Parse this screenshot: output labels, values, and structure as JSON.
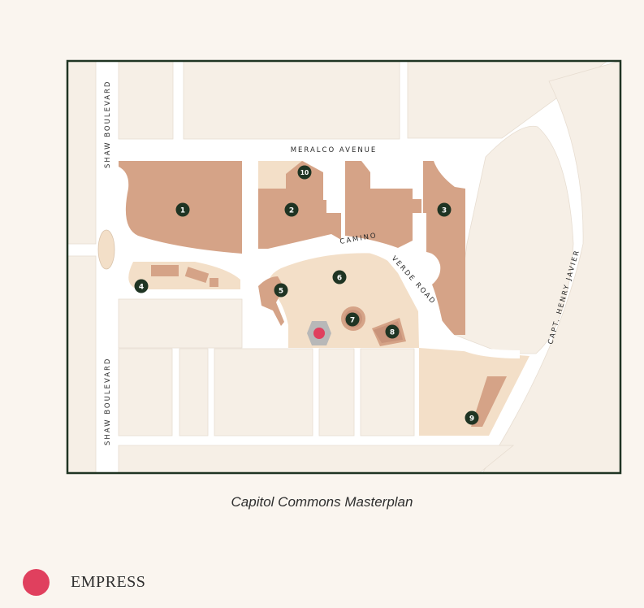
{
  "map": {
    "streets": {
      "meralco": "MERALCO AVENUE",
      "shaw_top": "SHAW BOULEVARD",
      "shaw_bottom": "SHAW BOULEVARD",
      "camino": "CAMINO VERDE ROAD",
      "javier": "CAPT. HENRY JAVIER"
    },
    "markers": [
      "1",
      "2",
      "3",
      "4",
      "5",
      "6",
      "7",
      "8",
      "9",
      "10"
    ],
    "colors": {
      "background": "#faf5ef",
      "road": "#ffffff",
      "block": "#f6efe6",
      "building": "#d5a387",
      "light_plot": "#f3dfc8",
      "marker": "#1f3423",
      "border": "#1f3423",
      "highlight": "#e0405e"
    }
  },
  "caption": "Capitol Commons Masterplan",
  "legend": {
    "label": "EMPRESS",
    "color": "#e0405e"
  }
}
